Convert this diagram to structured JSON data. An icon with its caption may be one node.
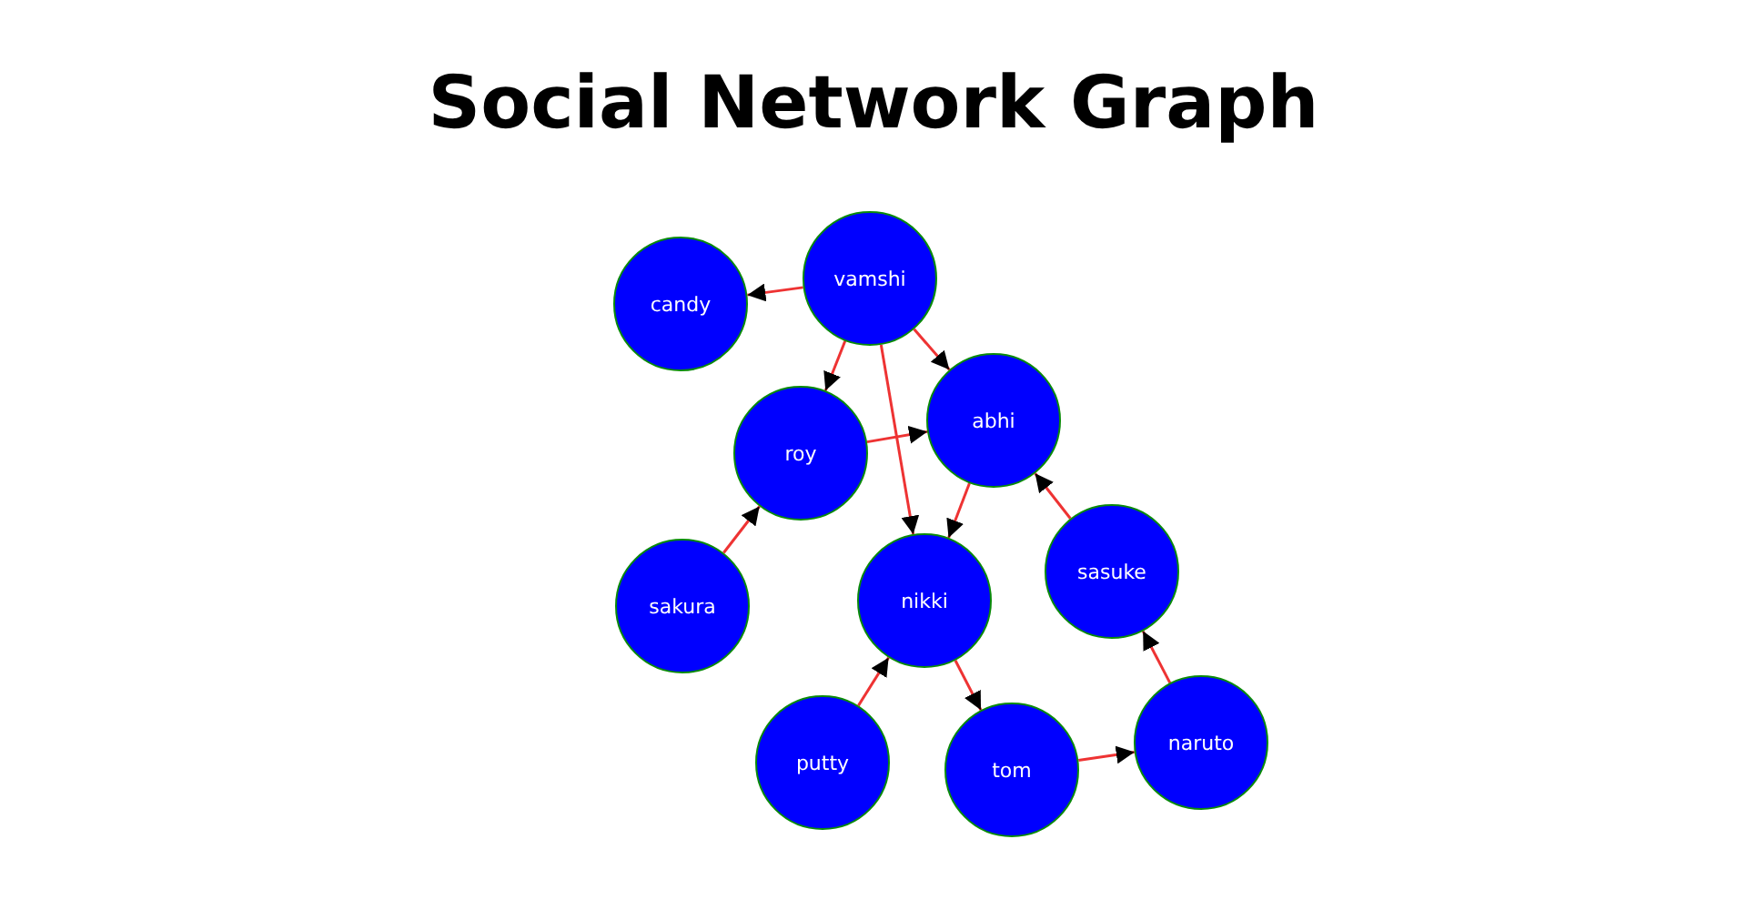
{
  "diagram": {
    "title": "Social Network Graph",
    "nodes": [
      {
        "text": [
          "vamshi"
        ]
      },
      {
        "text": [
          "candy"
        ]
      },
      {
        "text": [
          "abhi"
        ]
      },
      {
        "text": [
          "roy"
        ]
      },
      {
        "text": [
          "sasuke"
        ]
      },
      {
        "text": [
          "nikki"
        ]
      },
      {
        "text": [
          "sakura"
        ]
      },
      {
        "text": [
          "naruto"
        ]
      },
      {
        "text": [
          "putty"
        ]
      },
      {
        "text": [
          "tom"
        ]
      }
    ],
    "edges": [
      {
        "from": 0,
        "to": 1,
        "arrow": "to"
      },
      {
        "from": 0,
        "to": 3,
        "arrow": "to"
      },
      {
        "from": 0,
        "to": 2,
        "arrow": "to"
      },
      {
        "from": 0,
        "to": 5,
        "arrow": "to"
      },
      {
        "from": 3,
        "to": 2,
        "arrow": "to"
      },
      {
        "from": 2,
        "to": 5,
        "arrow": "to"
      },
      {
        "from": 4,
        "to": 2,
        "arrow": "to"
      },
      {
        "from": 6,
        "to": 3,
        "arrow": "to"
      },
      {
        "from": 8,
        "to": 5,
        "arrow": "to"
      },
      {
        "from": 5,
        "to": 9,
        "arrow": "to"
      },
      {
        "from": 9,
        "to": 7,
        "arrow": "to"
      },
      {
        "from": 7,
        "to": 4,
        "arrow": "to"
      }
    ]
  }
}
